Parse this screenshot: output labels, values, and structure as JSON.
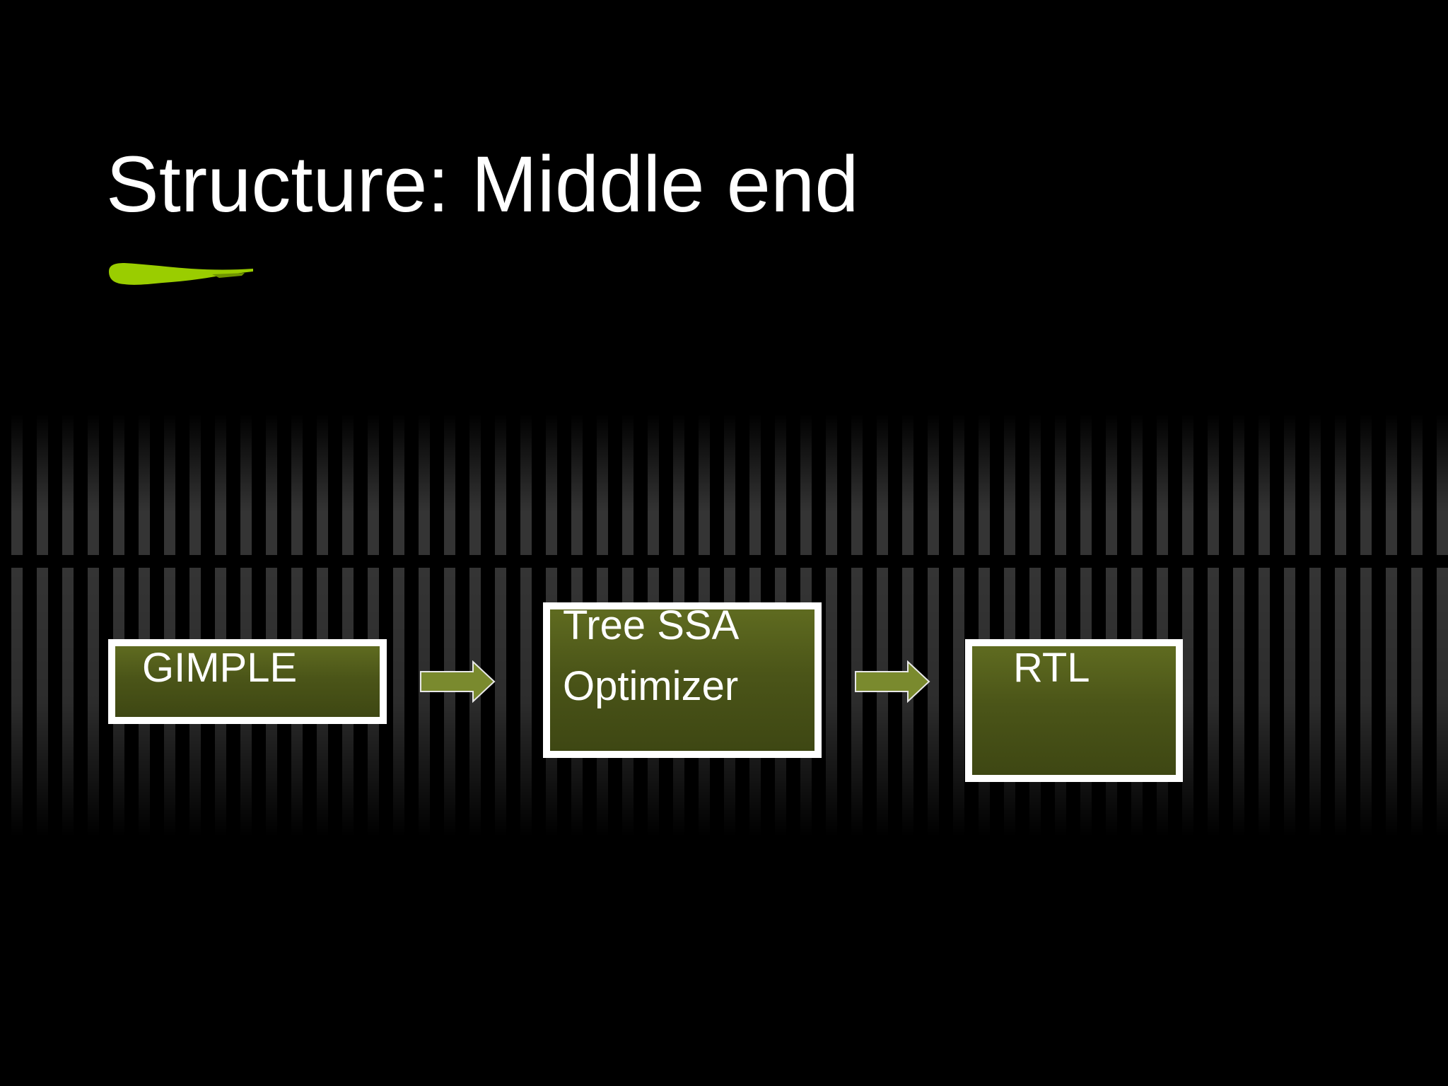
{
  "slide": {
    "title": "Structure: Middle end"
  },
  "diagram": {
    "nodes": [
      {
        "id": "gimple",
        "label": "GIMPLE"
      },
      {
        "id": "treessa",
        "label": "Tree SSA\nOptimizer"
      },
      {
        "id": "rtl",
        "label": "RTL"
      }
    ],
    "edges": [
      {
        "from": "gimple",
        "to": "treessa"
      },
      {
        "from": "treessa",
        "to": "rtl"
      }
    ]
  },
  "colors": {
    "background": "#000000",
    "node_fill": "#4b5518",
    "node_border": "#ffffff",
    "arrow_fill": "#7a8a2e",
    "accent": "#9acd00"
  }
}
